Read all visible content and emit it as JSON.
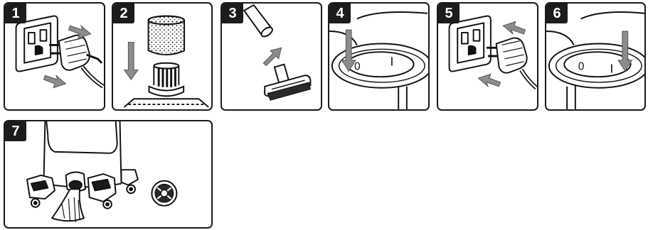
{
  "steps": [
    {
      "number": "1"
    },
    {
      "number": "2"
    },
    {
      "number": "3"
    },
    {
      "number": "4"
    },
    {
      "number": "5"
    },
    {
      "number": "6"
    },
    {
      "number": "7"
    }
  ],
  "switch_labels": {
    "off": "0",
    "on": "I"
  },
  "colors": {
    "border": "#1a1a1a",
    "badge": "#1c1c1c",
    "arrow": "#8c8c8c",
    "line": "#111111"
  }
}
